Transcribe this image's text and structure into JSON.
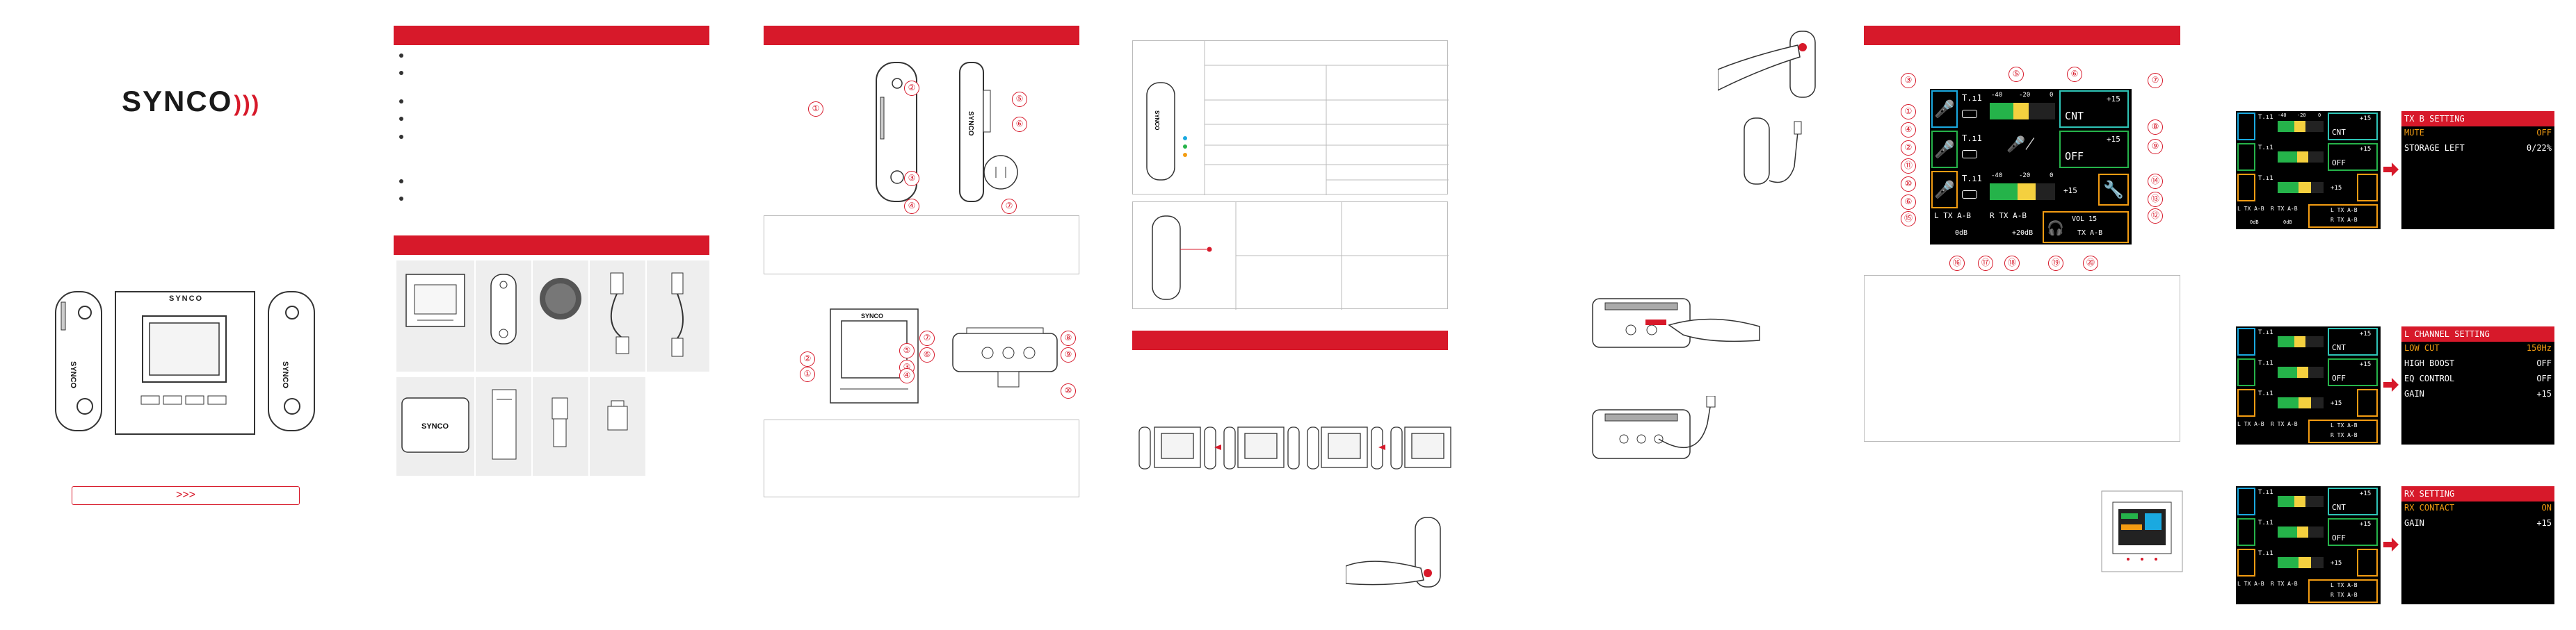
{
  "brand": {
    "logo": "SYNCO",
    "device_logo": "SYNCO"
  },
  "cover": {
    "arrow_button": ">>>"
  },
  "panel3": {
    "front_callouts": [
      "①",
      "②",
      "③",
      "④"
    ],
    "side_callouts": [
      "⑤",
      "⑥",
      "⑦"
    ]
  },
  "panel3b": {
    "left_callouts": [
      "①",
      "②",
      "③",
      "④"
    ],
    "right_callouts": [
      "⑤",
      "⑥",
      "⑦",
      "⑧",
      "⑨",
      "⑩"
    ]
  },
  "diagram_main": {
    "top_callouts": [
      "③",
      "⑤",
      "⑥",
      "⑦"
    ],
    "left_callouts": [
      "①",
      "④",
      "②",
      "⑪",
      "⑩",
      "⑥",
      "⑮"
    ],
    "right_callouts": [
      "⑧",
      "⑨",
      "⑭",
      "⑬",
      "⑫"
    ],
    "bottom_callouts": [
      "⑯",
      "⑰",
      "⑱",
      "⑲",
      "⑳"
    ],
    "row1": {
      "bars": "T.ı1",
      "meter_labels": [
        "-40",
        "-20",
        "0"
      ],
      "mode": "CNT",
      "gain": "+15"
    },
    "row2": {
      "mode": "OFF",
      "gain": "+15"
    },
    "row3": {
      "meter_labels": [
        "-40",
        "-20",
        "0"
      ],
      "gain": "+15"
    },
    "bottom": {
      "left_label": "L TX A-B",
      "right_label": "R TX A-B",
      "left_db": "0dB",
      "right_db": "+20dB",
      "vol": "VOL 15",
      "tx": "TX A-B"
    }
  },
  "menus": [
    {
      "title": "TX B SETTING",
      "items": [
        {
          "label": "MUTE",
          "value": "OFF",
          "highlight": true
        },
        {
          "label": "STORAGE LEFT",
          "value": "0/22%",
          "highlight": false
        }
      ]
    },
    {
      "title": "L CHANNEL SETTING",
      "items": [
        {
          "label": "LOW CUT",
          "value": "150Hz",
          "highlight": true
        },
        {
          "label": "HIGH BOOST",
          "value": "OFF",
          "highlight": false
        },
        {
          "label": "EQ CONTROL",
          "value": "OFF",
          "highlight": false
        },
        {
          "label": "GAIN",
          "value": "+15",
          "highlight": false
        }
      ]
    },
    {
      "title": "RX SETTING",
      "items": [
        {
          "label": "RX CONTACT",
          "value": "ON",
          "highlight": true
        },
        {
          "label": "GAIN",
          "value": "+15",
          "highlight": false
        }
      ]
    }
  ],
  "mini_screen": {
    "row1": {
      "mode": "CNT",
      "gain": "+15",
      "meter": [
        "-40",
        "-20",
        "0"
      ]
    },
    "row2": {
      "mode": "OFF",
      "gain": "+15"
    },
    "row3": {
      "gain": "+15"
    },
    "bottom": {
      "left": "L TX A-B",
      "right": "R TX A-B",
      "db_l": "0dB",
      "db_r": "0dB",
      "r_left": "L TX A-B",
      "r_right": "R TX A-B"
    }
  },
  "colors": {
    "accent": "#d7192a",
    "screen_bg": "#000000",
    "cyan": "#1aa9e0",
    "green": "#25b34a",
    "orange": "#f39c12",
    "yellow": "#f4d03f",
    "teal": "#2ec4b6"
  },
  "icons": [
    "speaker-wave-icon",
    "mic-icon",
    "headphone-icon",
    "wrench-icon",
    "mic-muted-icon",
    "finger-press-icon",
    "earphone-icon",
    "usb-icon"
  ]
}
